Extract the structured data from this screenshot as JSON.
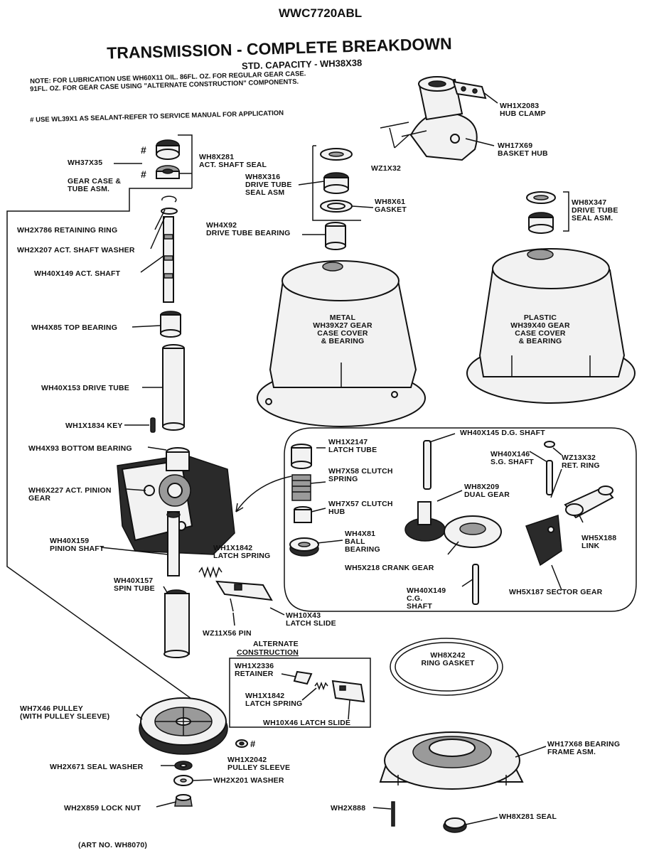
{
  "model": "WWC7720ABL",
  "title": "TRANSMISSION - COMPLETE BREAKDOWN",
  "subtitle": "STD. CAPACITY - WH38X38",
  "note_line1": "NOTE: FOR LUBRICATION USE WH60X11 OIL. 86FL. OZ. FOR REGULAR GEAR CASE.",
  "note_line2": "91FL. OZ. FOR GEAR CASE USING \"ALTERNATE CONSTRUCTION\" COMPONENTS.",
  "sealant_note": "# USE WL39X1 AS SEALANT-REFER TO SERVICE MANUAL FOR APPLICATION",
  "art_no": "(ART NO. WH8070)",
  "alternate_construction": [
    "ALTERNATE",
    "CONSTRUCTION"
  ],
  "hash_mark": "#",
  "labels": {
    "wh1x2083": [
      "WH1X2083",
      "HUB CLAMP"
    ],
    "wh17x69": [
      "WH17X69",
      "BASKET HUB"
    ],
    "wz1x32": [
      "WZ1X32"
    ],
    "wh37x35": [
      "WH37X35"
    ],
    "wh8x281_act": [
      "WH8X281",
      "ACT. SHAFT SEAL"
    ],
    "gear_case_tube": [
      "GEAR CASE &",
      "TUBE ASM."
    ],
    "wh8x316": [
      "WH8X316",
      "DRIVE TUBE",
      "SEAL ASM"
    ],
    "wh8x61": [
      "WH8X61",
      "GASKET"
    ],
    "wh8x347": [
      "WH8X347",
      "DRIVE TUBE",
      "SEAL ASM."
    ],
    "wh2x786": [
      "WH2X786 RETAINING RING"
    ],
    "wh2x207": [
      "WH2X207 ACT. SHAFT WASHER"
    ],
    "wh4x92": [
      "WH4X92",
      "DRIVE TUBE BEARING"
    ],
    "wh40x149_act": [
      "WH40X149 ACT. SHAFT"
    ],
    "wh4x85": [
      "WH4X85 TOP BEARING"
    ],
    "metal_cover": [
      "METAL",
      "WH39X27 GEAR",
      "CASE COVER",
      "& BEARING"
    ],
    "plastic_cover": [
      "PLASTIC",
      "WH39X40 GEAR",
      "CASE COVER",
      "& BEARING"
    ],
    "wh40x153": [
      "WH40X153 DRIVE TUBE"
    ],
    "wh1x1834": [
      "WH1X1834 KEY"
    ],
    "wh40x145": [
      "WH40X145 D.G. SHAFT"
    ],
    "wh1x2147": [
      "WH1X2147",
      "LATCH TUBE"
    ],
    "wh4x93": [
      "WH4X93 BOTTOM BEARING"
    ],
    "wh40x146": [
      "WH40X146",
      "S.G. SHAFT"
    ],
    "wz13x32": [
      "WZ13X32",
      "RET. RING"
    ],
    "wh7x58": [
      "WH7X58 CLUTCH",
      "SPRING"
    ],
    "wh6x227": [
      "WH6X227 ACT. PINION",
      "GEAR"
    ],
    "wh8x209": [
      "WH8X209",
      "DUAL GEAR"
    ],
    "wh7x57": [
      "WH7X57 CLUTCH",
      "HUB"
    ],
    "wh4x81": [
      "WH4X81",
      "BALL",
      "BEARING"
    ],
    "wh5x188": [
      "WH5X188",
      "LINK"
    ],
    "wh40x159": [
      "WH40X159",
      "PINION SHAFT"
    ],
    "wh1x1842_a": [
      "WH1X1842",
      "LATCH SPRING"
    ],
    "wh5x218": [
      "WH5X218 CRANK GEAR"
    ],
    "wh40x157": [
      "WH40X157",
      "SPIN TUBE"
    ],
    "wh40x149_cg": [
      "WH40X149",
      "C.G.",
      "SHAFT"
    ],
    "wh5x187": [
      "WH5X187 SECTOR GEAR"
    ],
    "wh10x43": [
      "WH10X43",
      "LATCH SLIDE"
    ],
    "wz11x56": [
      "WZ11X56 PIN"
    ],
    "wh8x242": [
      "WH8X242",
      "RING GASKET"
    ],
    "wh1x2336": [
      "WH1X2336",
      "RETAINER"
    ],
    "wh1x1842_b": [
      "WH1X1842",
      "LATCH SPRING"
    ],
    "wh10x46": [
      "WH10X46 LATCH SLIDE"
    ],
    "wh7x46": [
      "WH7X46 PULLEY",
      "(WITH PULLEY SLEEVE)"
    ],
    "wh17x68": [
      "WH17X68 BEARING",
      "FRAME ASM."
    ],
    "wh1x2042": [
      "WH1X2042",
      "PULLEY SLEEVE"
    ],
    "wh2x671": [
      "WH2X671 SEAL WASHER"
    ],
    "wh2x201": [
      "WH2X201 WASHER"
    ],
    "wh2x859": [
      "WH2X859 LOCK NUT"
    ],
    "wh2x888": [
      "WH2X888"
    ],
    "wh8x281_seal": [
      "WH8X281 SEAL"
    ]
  }
}
